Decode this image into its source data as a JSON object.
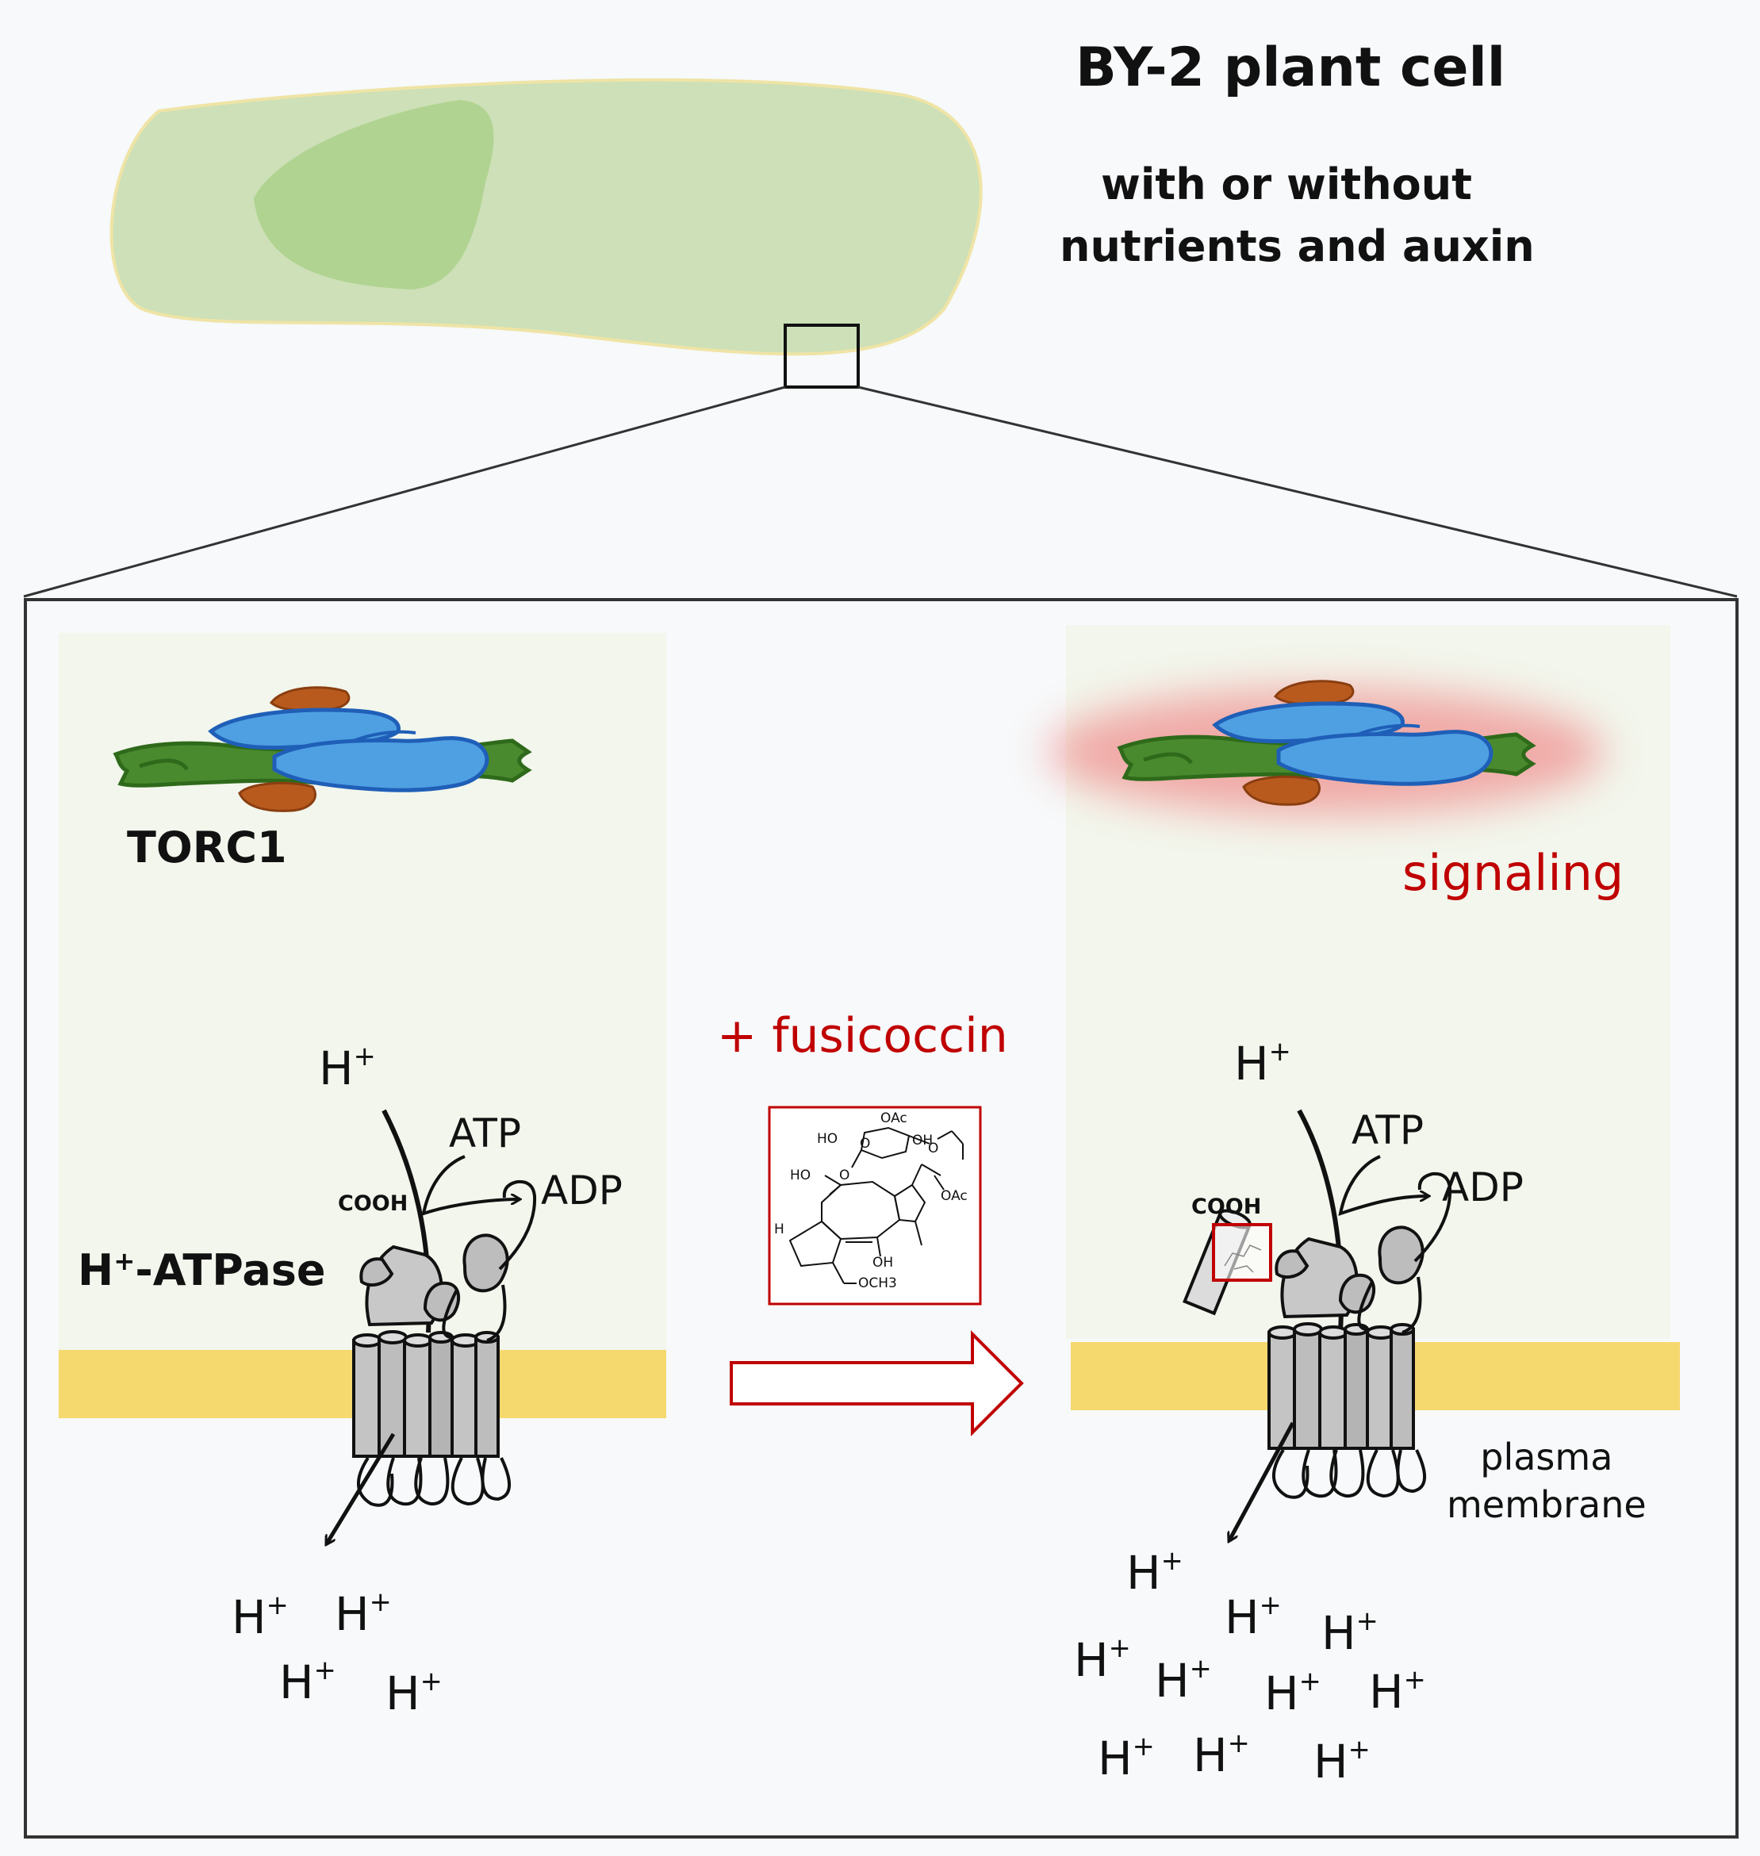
{
  "header": {
    "title": "BY-2 plant cell",
    "subtitle_line1": "with or without",
    "subtitle_line2": "nutrients and auxin"
  },
  "left_panel": {
    "complex_label": "TORC1",
    "pump_label": "H",
    "pump_label_sup": "+",
    "pump_label_suffix": "-ATPase",
    "proton_top": "H",
    "atp": "ATP",
    "adp": "ADP",
    "cooh": "COOH",
    "proton_out_count": 4
  },
  "treatment": {
    "label": "+ fusicoccin",
    "chem_labels": [
      "OAc",
      "HO",
      "O",
      "O",
      "OH",
      "HO",
      "O",
      "OAc",
      "H",
      "OH",
      "OCH3"
    ]
  },
  "right_panel": {
    "signal_label": "signaling",
    "proton_top": "H",
    "atp": "ATP",
    "adp": "ADP",
    "cooh": "COOH",
    "membrane_label_line1": "plasma",
    "membrane_label_line2": "membrane",
    "proton_out_count": 10
  },
  "proton": {
    "symbol": "H",
    "charge": "+"
  },
  "colors": {
    "cell_fill": "#cde0b8",
    "nucleus_fill": "#b1d391",
    "cytoplasm": "#f2f6ec",
    "membrane": "#f5d86e",
    "torc_green": "#4a8a2e",
    "torc_blue": "#4fa0e2",
    "torc_orange": "#b85a1e",
    "signal_red": "#c00000"
  }
}
